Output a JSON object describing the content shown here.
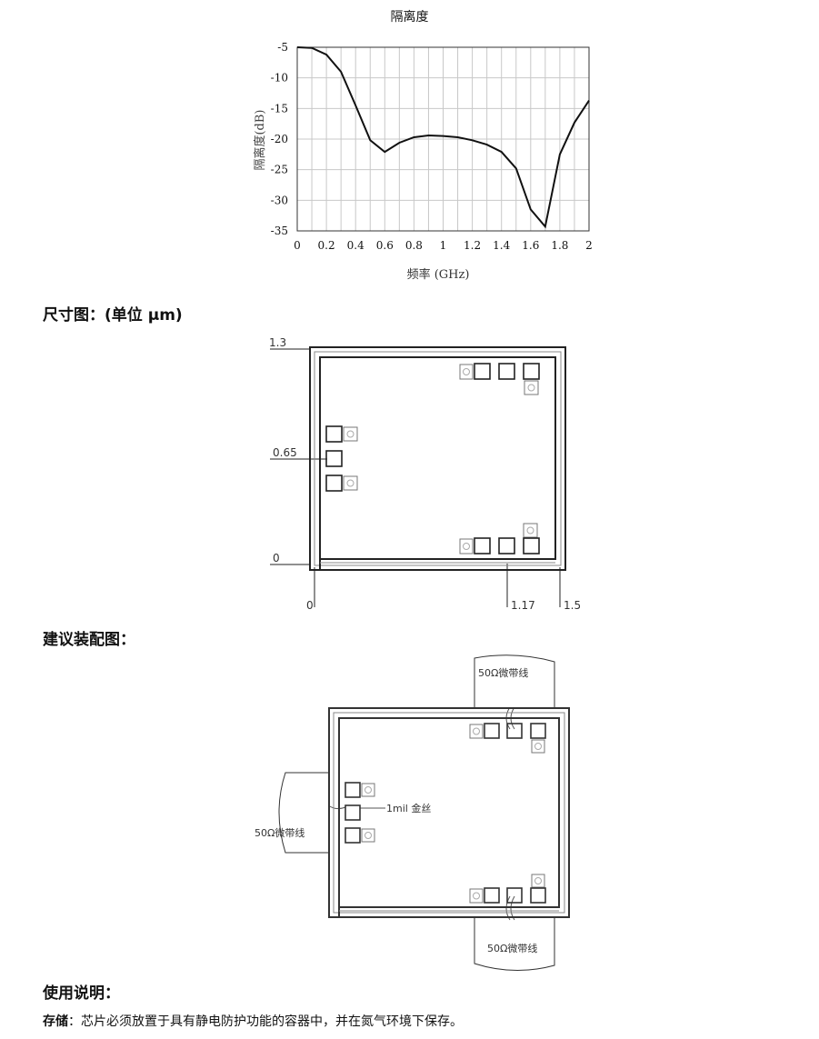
{
  "chart_title": "隔离度",
  "chart_data": {
    "type": "line",
    "title": "隔离度",
    "xlabel": "频率 (GHz)",
    "ylabel": "隔离度(dB)",
    "xlim": [
      0,
      2
    ],
    "ylim": [
      -35,
      -5
    ],
    "x_ticks": [
      "0",
      "0.2",
      "0.4",
      "0.6",
      "0.8",
      "1",
      "1.2",
      "1.4",
      "1.6",
      "1.8",
      "2"
    ],
    "y_ticks": [
      "-5",
      "-10",
      "-15",
      "-20",
      "-25",
      "-30",
      "-35"
    ],
    "grid": true,
    "series": [
      {
        "x": [
          0,
          0.1,
          0.2,
          0.3,
          0.4,
          0.5,
          0.6,
          0.7,
          0.8,
          0.9,
          1.0,
          1.1,
          1.2,
          1.3,
          1.4,
          1.5,
          1.6,
          1.7,
          1.8,
          1.9,
          2.0
        ],
        "y": [
          -5.0,
          -5.1,
          -6.2,
          -9.0,
          -14.5,
          -20.2,
          -22.1,
          -20.6,
          -19.7,
          -19.4,
          -19.5,
          -19.7,
          -20.2,
          -20.9,
          -22.1,
          -24.8,
          -31.5,
          -34.3,
          -22.5,
          -17.3,
          -13.7
        ]
      }
    ]
  },
  "dimension_heading": "尺寸图：(单位 μm)",
  "dimension_labels": {
    "y_top": "1.3",
    "y_mid": "0.65",
    "y_zero": "0",
    "x_zero": "0",
    "x_mid": "1.17",
    "x_right": "1.5"
  },
  "assembly_heading": "建议装配图：",
  "assembly_labels": {
    "top_line": "50Ω微带线",
    "left_line": "50Ω微带线",
    "bottom_line": "50Ω微带线",
    "wire": "1mil 金丝"
  },
  "usage_heading": "使用说明：",
  "storage_label": "存储",
  "storage_text": "：芯片必须放置于具有静电防护功能的容器中，并在氮气环境下保存。"
}
